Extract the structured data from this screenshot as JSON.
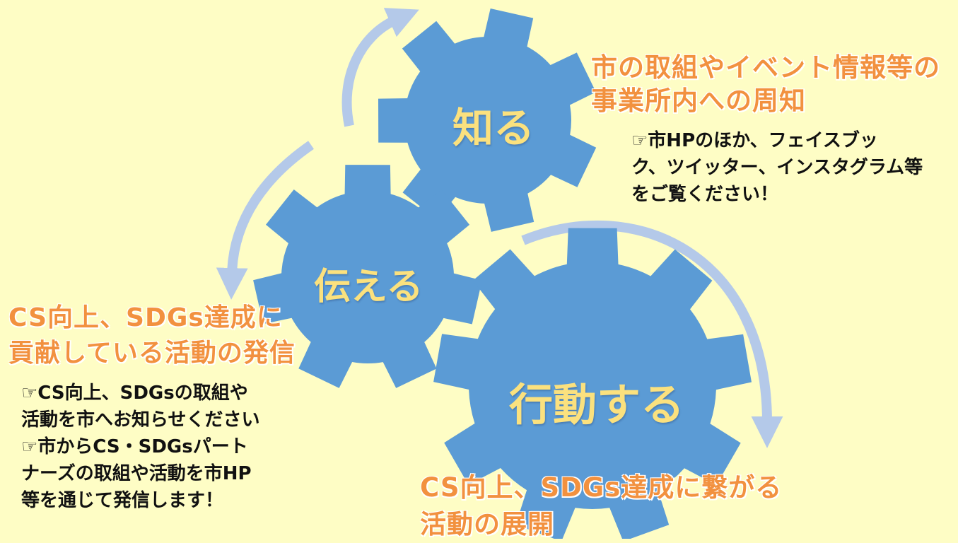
{
  "gears": {
    "know": "知る",
    "tell": "伝える",
    "act": "行動する"
  },
  "know_section": {
    "heading_lines": [
      "市の取組やイベント情報等の",
      "事業所内への周知"
    ],
    "body_lines": [
      "☞市HPのほか、フェイスブッ",
      "ク、ツイッター、インスタグラム等",
      "をご覧ください！"
    ]
  },
  "tell_section": {
    "heading_lines": [
      "CS向上、SDGs達成に",
      "貢献している活動の発信"
    ],
    "body_lines": [
      "☞CS向上、SDGsの取組や",
      "活動を市へお知らせください",
      "☞市からCS・SDGsパート",
      "ナーズの取組や活動を市HP",
      "等を通じて発信します！"
    ]
  },
  "act_section": {
    "heading_lines": [
      "CS向上、SDGs達成に繋がる",
      "活動の展開"
    ]
  },
  "colors": {
    "background": "#FEFDC5",
    "gear": "#5B9BD5",
    "arrow": "#B4C9E9",
    "gear_label": "#FBE17E",
    "heading": "#F2913F",
    "body": "#111111"
  }
}
